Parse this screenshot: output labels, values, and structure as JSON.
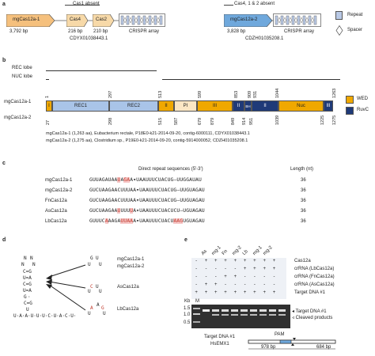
{
  "panel_a": {
    "label": "a",
    "locus1": {
      "gene": "mgCas12a-1",
      "gene_size": "3,792 bp",
      "status": "Cas1 absent",
      "cas4": "Cas4",
      "cas4_size": "216 bp",
      "cas2": "Cas2",
      "cas2_size": "210 bp",
      "crispr": "CRISPR array",
      "accession": "CDYX01038443.1"
    },
    "locus2": {
      "gene": "mgCas12a-2",
      "gene_size": "3,828 bp",
      "status": "Cas4, 1 & 2 absent",
      "crispr": "CRISPR array",
      "accession": "CDZH01035208.1"
    },
    "legend": {
      "repeat": "Repeat",
      "spacer": "Spacer"
    }
  },
  "panel_b": {
    "label": "b",
    "rec_lobe": "REC lobe",
    "nuc_lobe": "NUC lobe",
    "row1_label": "mgCas12a-1",
    "row2_label": "mgCas12a-2",
    "domains": [
      "I",
      "REC1",
      "REC2",
      "II",
      "PI",
      "III",
      "II",
      "BH",
      "II",
      "Nuc",
      "III"
    ],
    "top_ticks": [
      "1",
      "297",
      "513",
      "599",
      "853",
      "909",
      "931",
      "1044",
      "1263"
    ],
    "bottom_ticks": [
      "27",
      "298",
      "515",
      "587",
      "679",
      "879",
      "849",
      "914",
      "951",
      "1039",
      "1225",
      "1275"
    ],
    "legend": {
      "wed": "WED",
      "ruvc": "RuvC"
    },
    "info1": "mgCas12a-1 (1,263 aa), Eubacterium rectale, P18E0-k21-2014-09-20, contig-6000111, CDYX01038443.1",
    "info2": "mgCas12a-2 (1,275 aa), Clostridium sp., P19E0-k21-2014-09-20, contig-5914000052, CDZH01035208.1"
  },
  "panel_c": {
    "label": "c",
    "header": "Direct repeat sequences (5′-3′)",
    "length_header": "Length (nt)",
    "rows": [
      {
        "name": "mgCas12a-1",
        "length": "36"
      },
      {
        "name": "mgCas12a-2",
        "length": "36"
      },
      {
        "name": "FnCas12a",
        "length": "36"
      },
      {
        "name": "AsCas12a",
        "length": "36"
      },
      {
        "name": "LbCas12a",
        "length": "36"
      }
    ]
  },
  "panel_d": {
    "label": "d",
    "stem_bottom": "U·A·A·U·U·U·C·U·A·C·U·",
    "loop_labels": [
      "mgCas12a-1",
      "mgCas12a-2",
      "AsCas12a",
      "LbCas12a"
    ]
  },
  "panel_e": {
    "label": "e",
    "lanes": [
      "As",
      "mg-1",
      "Fn",
      "mg-2",
      "Lb",
      "mg-1",
      "mg-2"
    ],
    "rows": [
      {
        "label": "Cas12a",
        "marks": [
          "-",
          "+",
          "+",
          "+",
          "+",
          "+",
          "+",
          "+",
          "+"
        ]
      },
      {
        "label": "crRNA (LbCas12a)",
        "marks": [
          "-",
          "-",
          "-",
          "-",
          "-",
          "+",
          "+",
          "+",
          "+"
        ]
      },
      {
        "label": "crRNA (FnCas12a)",
        "marks": [
          "-",
          "-",
          "-",
          "+",
          "+",
          "-",
          "-",
          "-",
          "-"
        ]
      },
      {
        "label": "crRNA (AsCas12a)",
        "marks": [
          "-",
          "+",
          "+",
          "-",
          "-",
          "-",
          "-",
          "-",
          "-"
        ]
      },
      {
        "label": "Target DNA #1",
        "marks": [
          "+",
          "+",
          "+",
          "+",
          "+",
          "+",
          "+",
          "+",
          "+"
        ]
      }
    ],
    "kb": "Kb",
    "m": "M",
    "markers": [
      "1.5",
      "1.0",
      "0.5"
    ],
    "band_target": "◂ Target DNA #1",
    "band_cleaved": "◃ Cleaved products",
    "target_label1": "Target DNA #1",
    "target_label2": "HsEMX1",
    "pam": "PAM",
    "bp_left": "978 bp",
    "bp_right": "684 bp"
  }
}
